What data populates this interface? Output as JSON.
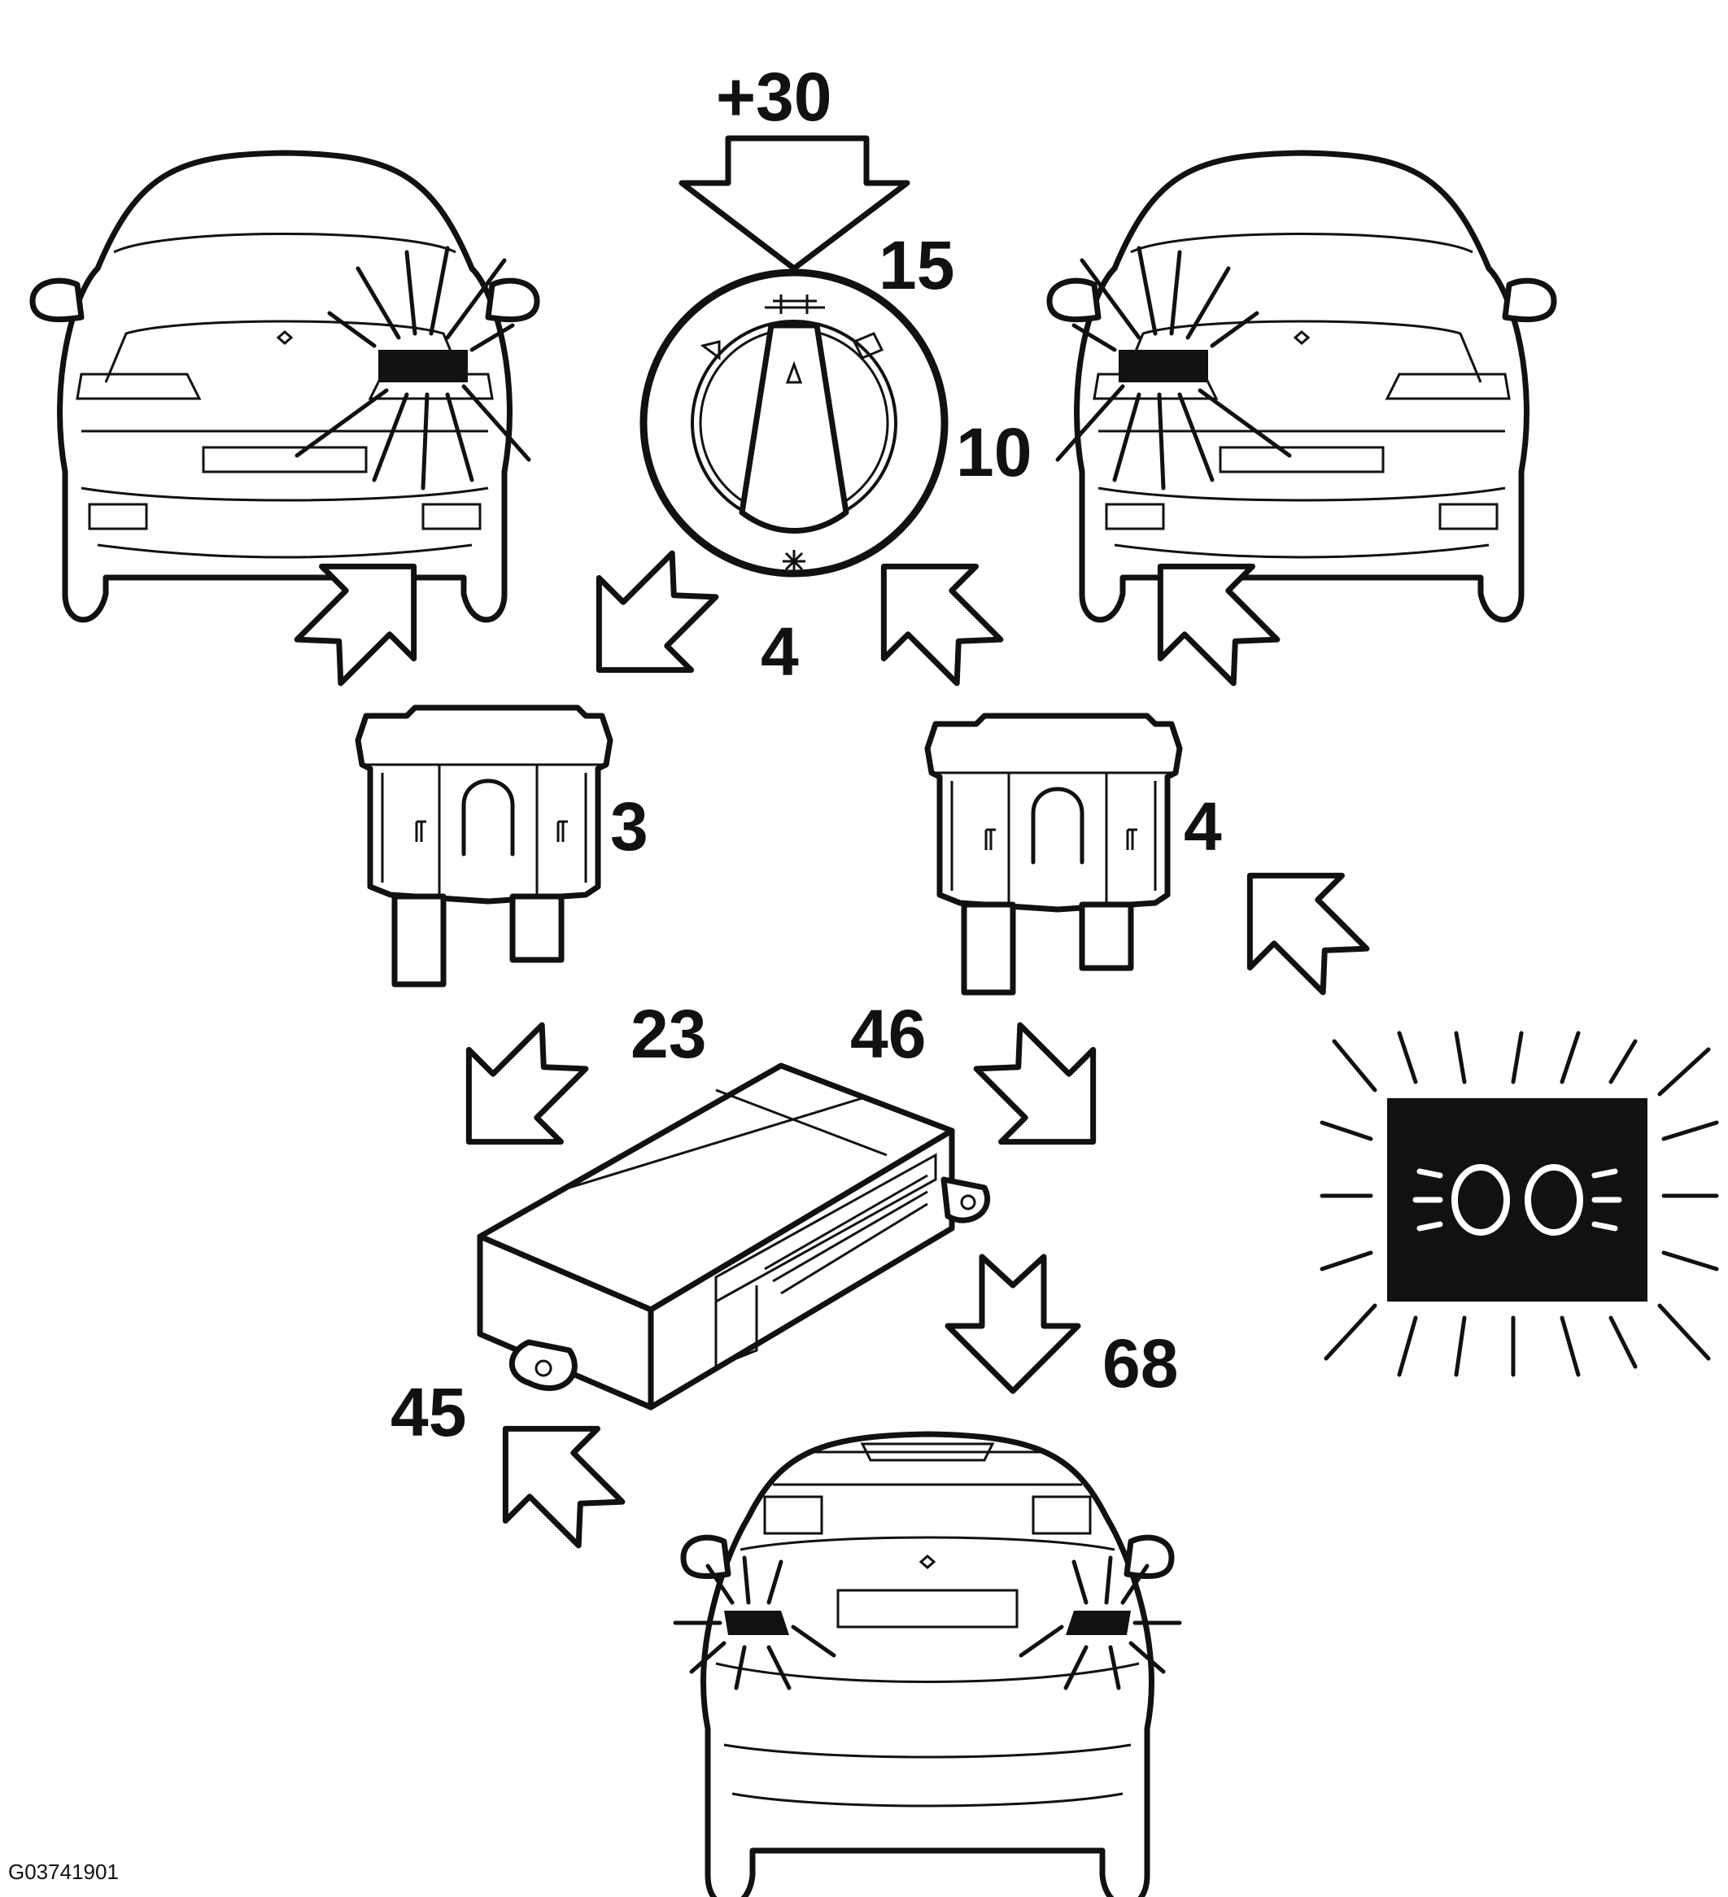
{
  "labels": {
    "terminal_30": "+30",
    "terminal_15": "15",
    "terminal_10": "10",
    "terminal_4_switch": "4",
    "fuse_left": "3",
    "fuse_right": "4",
    "module_23": "23",
    "module_46": "46",
    "module_45": "45",
    "module_68": "68"
  },
  "figure_ref": "G03741901",
  "icons": [
    "car-front-left-light-icon",
    "car-front-right-light-icon",
    "light-switch-icon",
    "fuse-icon",
    "control-module-icon",
    "indicator-lamp-icon",
    "car-rear-icon",
    "arrow-icon"
  ]
}
